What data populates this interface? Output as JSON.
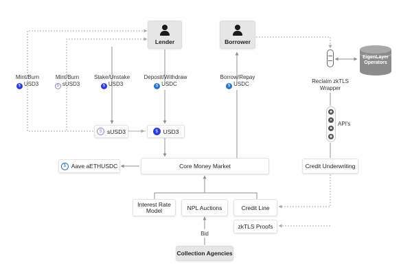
{
  "nodes": {
    "lender": "Lender",
    "borrower": "Borrower",
    "susd3": "sUSD3",
    "usd3": "USD3",
    "aave": "Aave aETHUSDC",
    "core": "Core Money Market",
    "credit_underwriting": "Credit Underwriting",
    "interest_rate_model": "Interest Rate\nModel",
    "npl_auctions": "NPL Auctions",
    "credit_line": "Credit Line",
    "zktls_proofs": "zkTLS Proofs",
    "collection_agencies": "Collection Agencies",
    "eigenlayer": "EigenLayer\nOperators"
  },
  "labels": {
    "mint_burn_1": "Mint/Burn",
    "mint_burn_1_token": "USD3",
    "mint_burn_2": "Mint/Burn",
    "mint_burn_2_token": "sUSD3",
    "stake": "Stake/Unstake",
    "stake_token": "USD3",
    "deposit": "Deposit/Withdraw",
    "deposit_token": "USDC",
    "borrow": "Borrow/Repay",
    "borrow_token": "USDC",
    "reclaim": "Reclaim zkTLS\nWrapper",
    "apis": "API's",
    "bid": "Bid"
  },
  "icons": {
    "actor": "user-icon",
    "usd3": "usd3-token-icon",
    "usdc": "usdc-token-icon",
    "susd3": "s-token-icon",
    "aave": "aave-token-icon",
    "wrapper": "wrapper-cylinder-icon",
    "database": "database-icon"
  },
  "colors": {
    "usd3": "#2b3bd6",
    "usdc": "#2775ca",
    "database": "#8c8c8c",
    "line": "#9a9a9a"
  }
}
